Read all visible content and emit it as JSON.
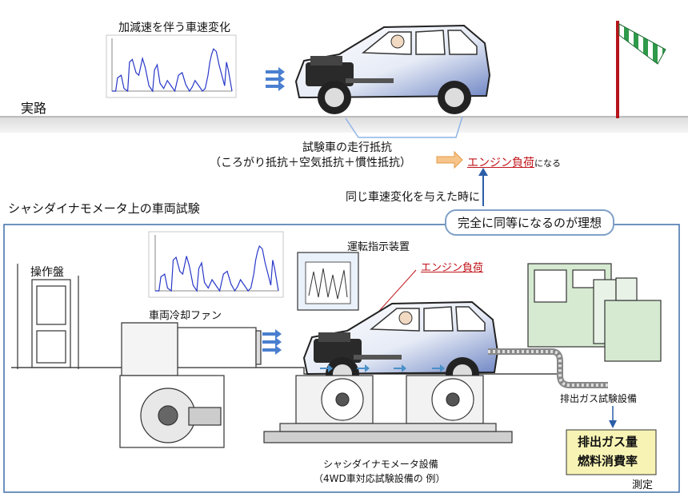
{
  "top": {
    "chart_title": "加減速を伴う車速変化",
    "road_label": "実路",
    "resistance_title": "試験車の走行抵抗",
    "resistance_detail": "（ころがり抵抗＋空気抵抗＋慣性抵抗）",
    "engine_load": "エンジン負荷",
    "becomes": "になる",
    "same_change": "同じ車速変化を与えた時に"
  },
  "bottom": {
    "section_title": "シャシダイナモメータ上の車両試験",
    "ideal": "完全に同等になるのが理想",
    "console": "操作盤",
    "driver_display": "運転指示装置",
    "engine_load": "エンジン負荷",
    "cooling_fan": "車両冷却ファン",
    "exhaust_equipment": "排出ガス試験設備",
    "dyno_equipment": "シャシダイナモメータ設備",
    "dyno_note": "（4WD車対応試験設備の 例）",
    "result_line1": "排出ガス量",
    "result_line2": "燃料消費率",
    "measure": "測定"
  },
  "colors": {
    "frame": "#3f6fa8",
    "callout_border": "#7fa0c8",
    "red": "#c0141b",
    "arrow_orange": "#f0b070",
    "flow_blue": "#4a7fd0",
    "result_fill": "#f7f3b4",
    "chart_line": "#2838c8",
    "equipment_green": "#d6ead2"
  },
  "chart_data": [
    {
      "type": "line",
      "title": "加減速を伴う車速変化",
      "x": [
        0,
        40,
        60,
        100,
        130,
        170,
        190,
        220,
        260,
        290,
        330,
        360,
        400,
        440,
        460,
        490,
        520,
        560,
        600,
        640,
        680,
        720,
        760,
        800,
        840,
        870,
        900,
        940,
        980,
        1010,
        1040,
        1060,
        1080,
        1100,
        1130,
        1160,
        1190,
        1220,
        1240,
        1260,
        1300
      ],
      "values": [
        0,
        0,
        25,
        30,
        5,
        0,
        55,
        60,
        35,
        30,
        62,
        45,
        10,
        0,
        40,
        50,
        15,
        5,
        20,
        10,
        0,
        30,
        35,
        12,
        0,
        8,
        20,
        10,
        0,
        5,
        30,
        55,
        70,
        80,
        75,
        50,
        30,
        10,
        55,
        40,
        0
      ],
      "xlim": [
        0,
        1300
      ],
      "ylim": [
        0,
        100
      ]
    },
    {
      "type": "line",
      "x": [
        0,
        40,
        60,
        100,
        130,
        170,
        190,
        220,
        260,
        290,
        330,
        360,
        400,
        440,
        460,
        490,
        520,
        560,
        600,
        640,
        680,
        720,
        760,
        800,
        840,
        870,
        900,
        940,
        980,
        1010,
        1040,
        1060,
        1080,
        1100,
        1130,
        1160,
        1190,
        1220,
        1240,
        1260,
        1300
      ],
      "values": [
        0,
        0,
        25,
        30,
        5,
        0,
        55,
        60,
        35,
        30,
        62,
        45,
        10,
        0,
        40,
        50,
        15,
        5,
        20,
        10,
        0,
        30,
        35,
        12,
        0,
        8,
        20,
        10,
        0,
        5,
        30,
        55,
        70,
        80,
        75,
        50,
        30,
        10,
        55,
        40,
        0
      ],
      "xlim": [
        0,
        1300
      ],
      "ylim": [
        0,
        100
      ]
    }
  ]
}
